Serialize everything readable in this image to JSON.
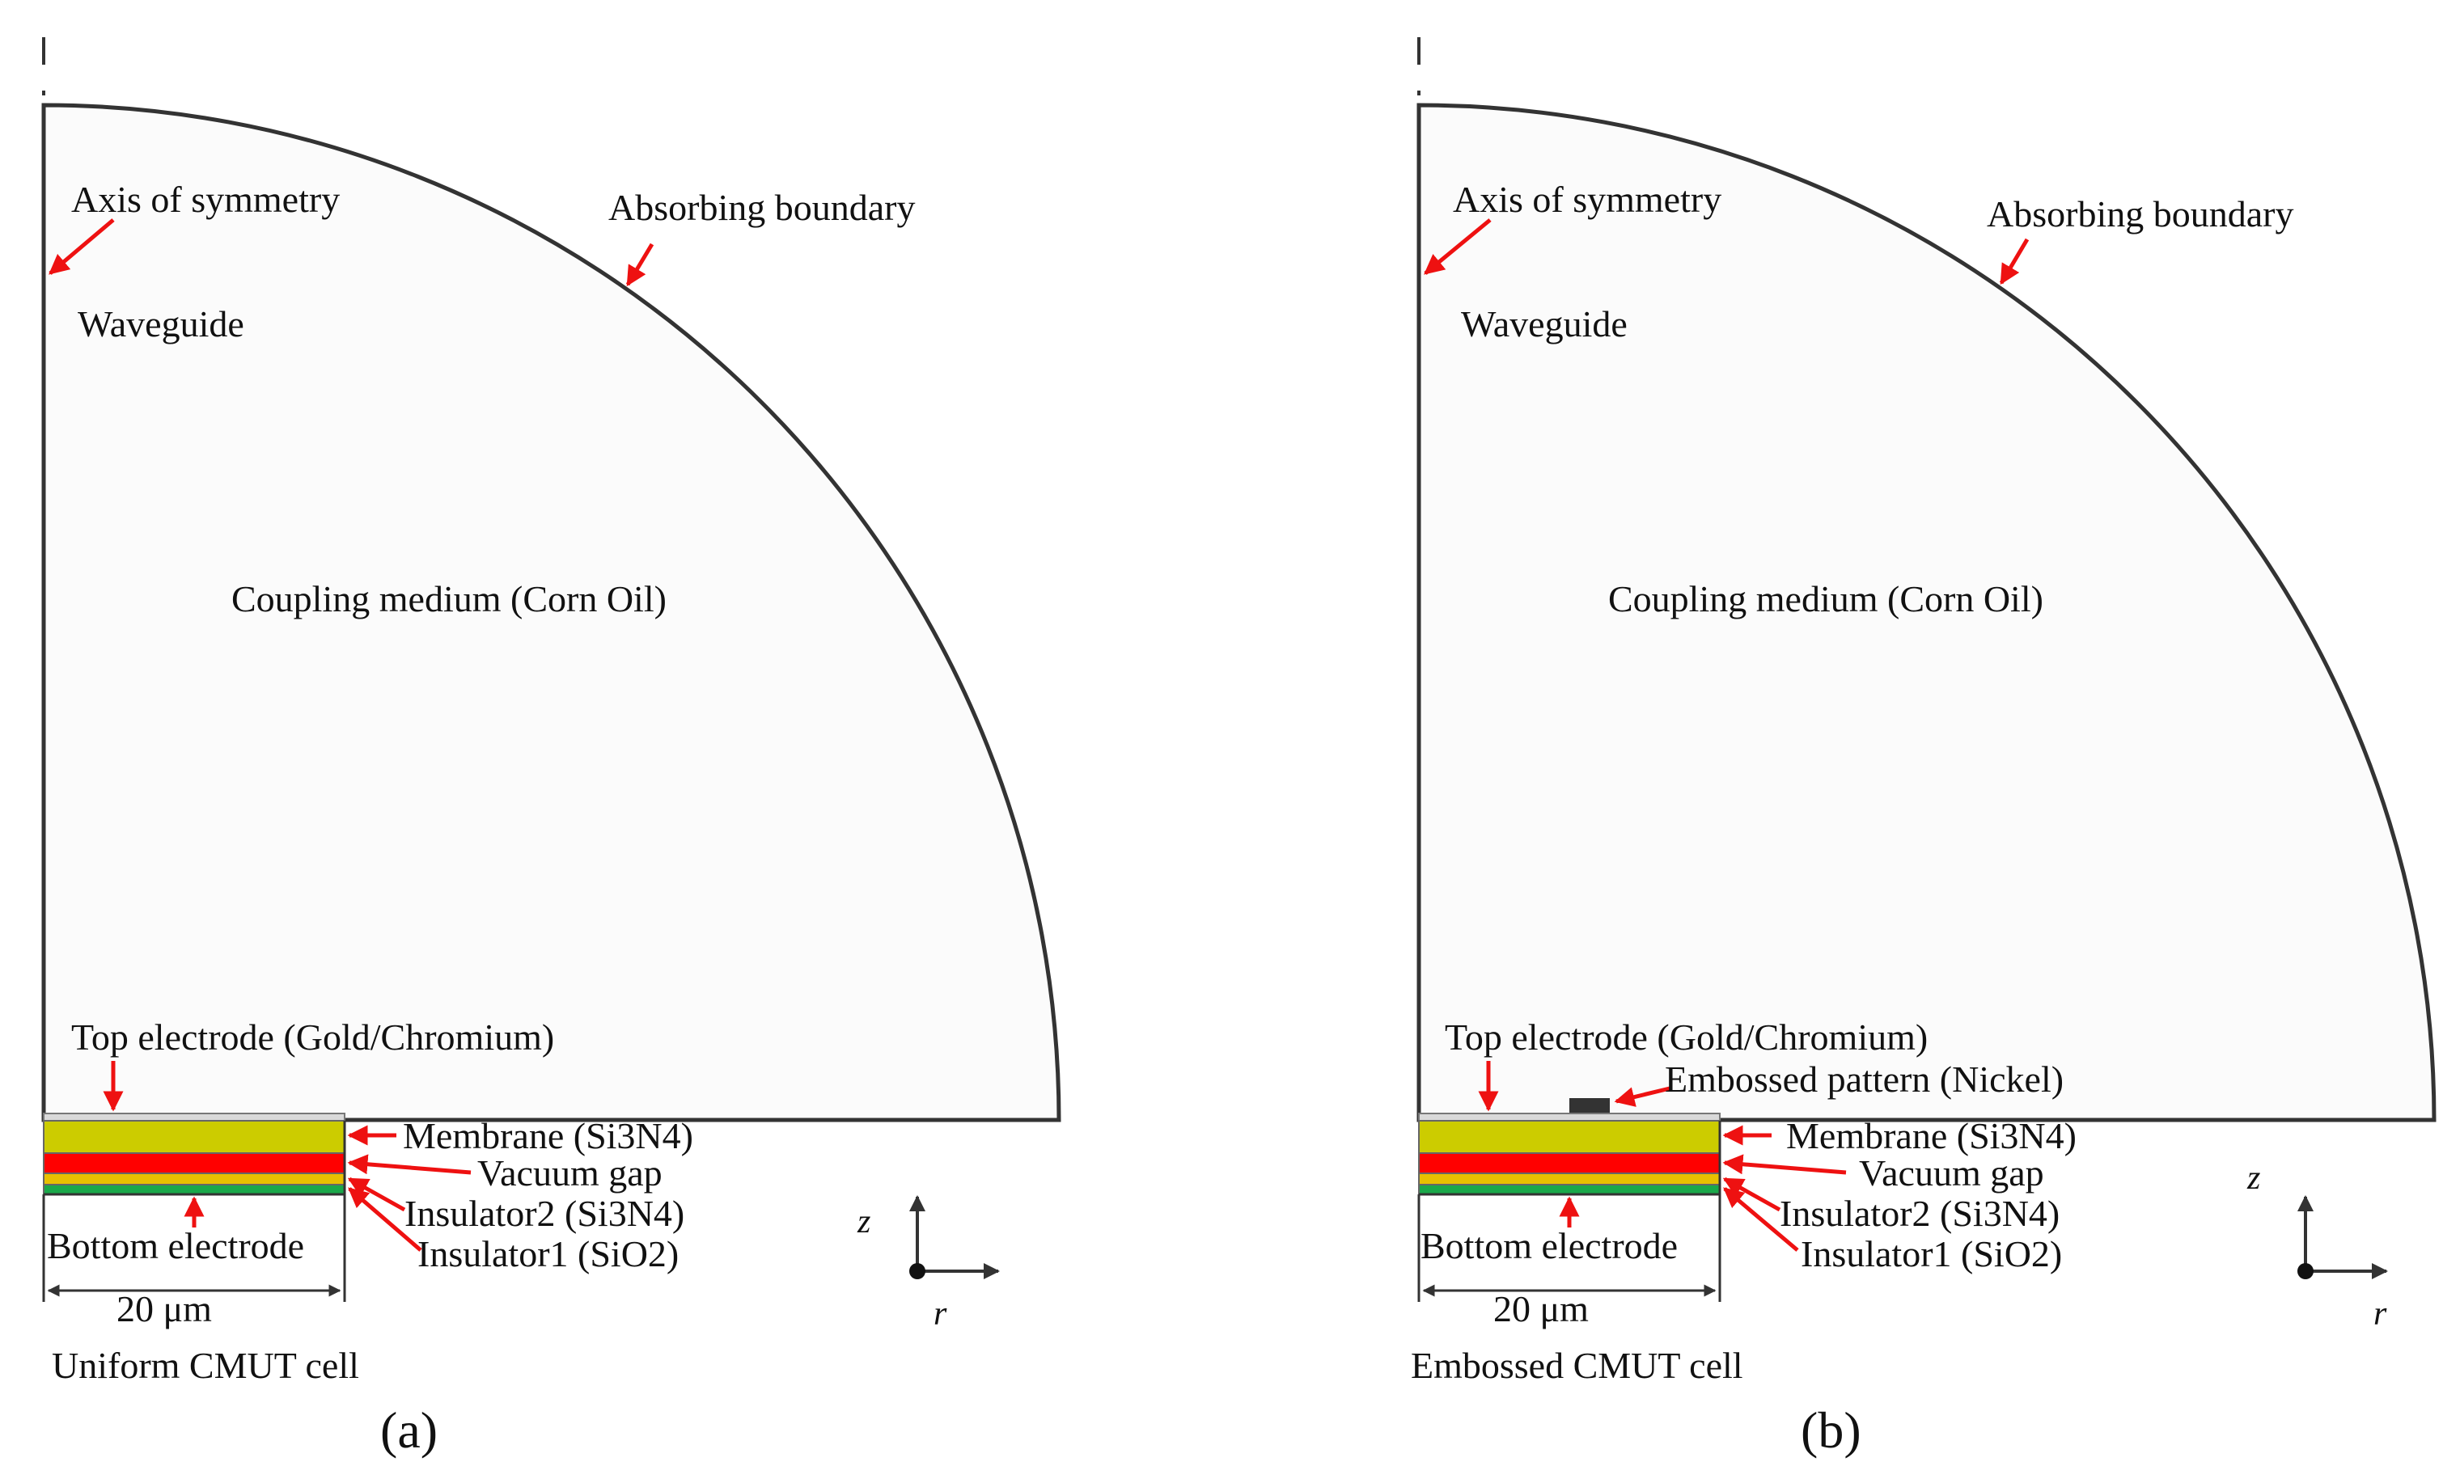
{
  "colors": {
    "medium_fill": "#fbfbfb",
    "outline": "#333333",
    "arrow": "#ee1111",
    "electrode": "#d9d9d9",
    "membrane": "#cccc00",
    "vacuum": "#ff0000",
    "insulator2": "#e8c000",
    "insulator1": "#1aa84a",
    "embossed": "#333333"
  },
  "panels": [
    {
      "id": "a",
      "axis_of_symmetry": "Axis of symmetry",
      "waveguide": "Waveguide",
      "absorbing_boundary": "Absorbing boundary",
      "coupling_medium": "Coupling medium (Corn Oil)",
      "top_electrode": "Top electrode (Gold/Chromium)",
      "embossed_pattern": "",
      "membrane": "Membrane (Si3N4)",
      "vacuum_gap": "Vacuum gap",
      "insulator2": "Insulator2 (Si3N4)",
      "insulator1": "Insulator1 (SiO2)",
      "bottom_electrode": "Bottom electrode",
      "dimension": "20 μm",
      "cell_name": "Uniform CMUT cell",
      "z_axis": "z",
      "r_axis": "r",
      "panel_label": "(a)"
    },
    {
      "id": "b",
      "axis_of_symmetry": "Axis of symmetry",
      "waveguide": "Waveguide",
      "absorbing_boundary": "Absorbing boundary",
      "coupling_medium": "Coupling medium (Corn Oil)",
      "top_electrode": "Top electrode (Gold/Chromium)",
      "embossed_pattern": "Embossed pattern (Nickel)",
      "membrane": "Membrane (Si3N4)",
      "vacuum_gap": "Vacuum gap",
      "insulator2": "Insulator2 (Si3N4)",
      "insulator1": "Insulator1 (SiO2)",
      "bottom_electrode": "Bottom electrode",
      "dimension": "20 μm",
      "cell_name": "Embossed CMUT cell",
      "z_axis": "z",
      "r_axis": "r",
      "panel_label": "(b)"
    }
  ]
}
